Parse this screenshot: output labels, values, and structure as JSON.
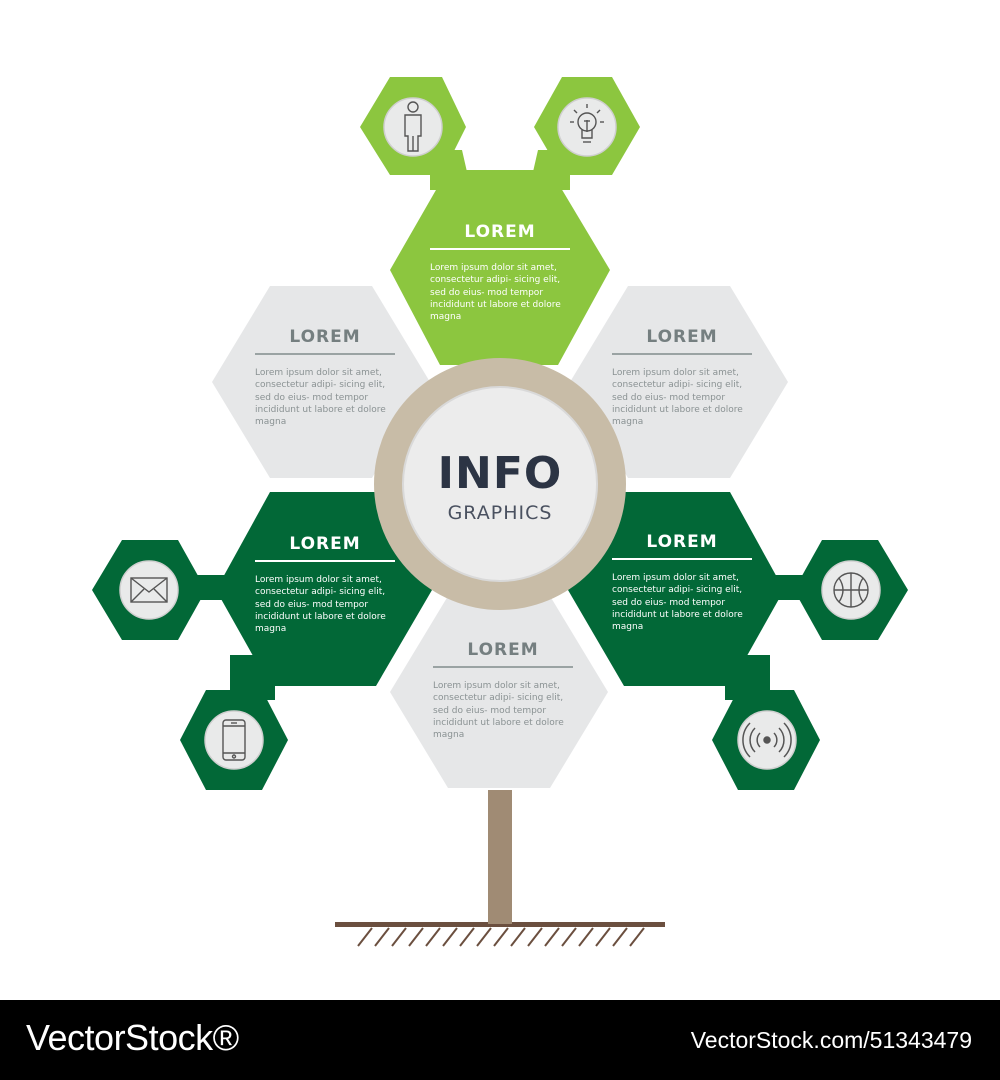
{
  "colors": {
    "light_green": "#8cc63f",
    "dark_green": "#026837",
    "gray_hex": "#e6e7e8",
    "stem": "#a08b74",
    "ring": "#c8bca7",
    "ground": "#6b4f3f"
  },
  "center": {
    "title": "INFO",
    "subtitle": "GRAPHICS"
  },
  "cards": {
    "top": {
      "title": "LOREM",
      "text": "Lorem ipsum dolor sit amet, consectetur adipi- sicing elit, sed do eius- mod tempor incididunt ut labore et dolore magna"
    },
    "upper_left": {
      "title": "LOREM",
      "text": "Lorem ipsum dolor sit amet, consectetur adipi- sicing elit, sed do eius- mod tempor incididunt ut labore et dolore magna"
    },
    "upper_right": {
      "title": "LOREM",
      "text": "Lorem ipsum dolor sit amet, consectetur adipi- sicing elit, sed do eius- mod tempor incididunt ut labore et dolore magna"
    },
    "lower_left": {
      "title": "LOREM",
      "text": "Lorem ipsum dolor sit amet, consectetur adipi- sicing elit, sed do eius- mod tempor incididunt ut labore et dolore magna"
    },
    "lower_right": {
      "title": "LOREM",
      "text": "Lorem ipsum dolor sit amet, consectetur adipi- sicing elit, sed do eius- mod tempor incididunt ut labore et dolore magna"
    },
    "bottom": {
      "title": "LOREM",
      "text": "Lorem ipsum dolor sit amet, consectetur adipi- sicing elit, sed do eius- mod tempor incididunt ut labore et dolore magna"
    }
  },
  "icons": [
    "person-icon",
    "lightbulb-icon",
    "envelope-icon",
    "smartphone-icon",
    "basketball-icon",
    "wireless-signal-icon"
  ],
  "footer": {
    "brand": "VectorStock®",
    "url": "VectorStock.com/51343479"
  }
}
